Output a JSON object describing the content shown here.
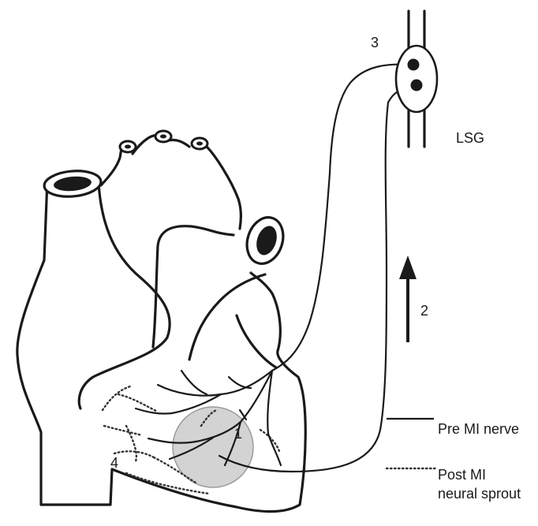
{
  "labels": {
    "site_1": "1",
    "arrow_2": "2",
    "ganglion_3": "3",
    "sprout_4": "4",
    "lsg": "LSG"
  },
  "legend": {
    "pre_mi": "Pre MI nerve",
    "post_mi_line1": "Post MI",
    "post_mi_line2": "neural sprout"
  },
  "colors": {
    "ink": "#1a1a1a",
    "infarct_fill": "#cccccc",
    "infarct_stroke": "#8a8a8a"
  }
}
